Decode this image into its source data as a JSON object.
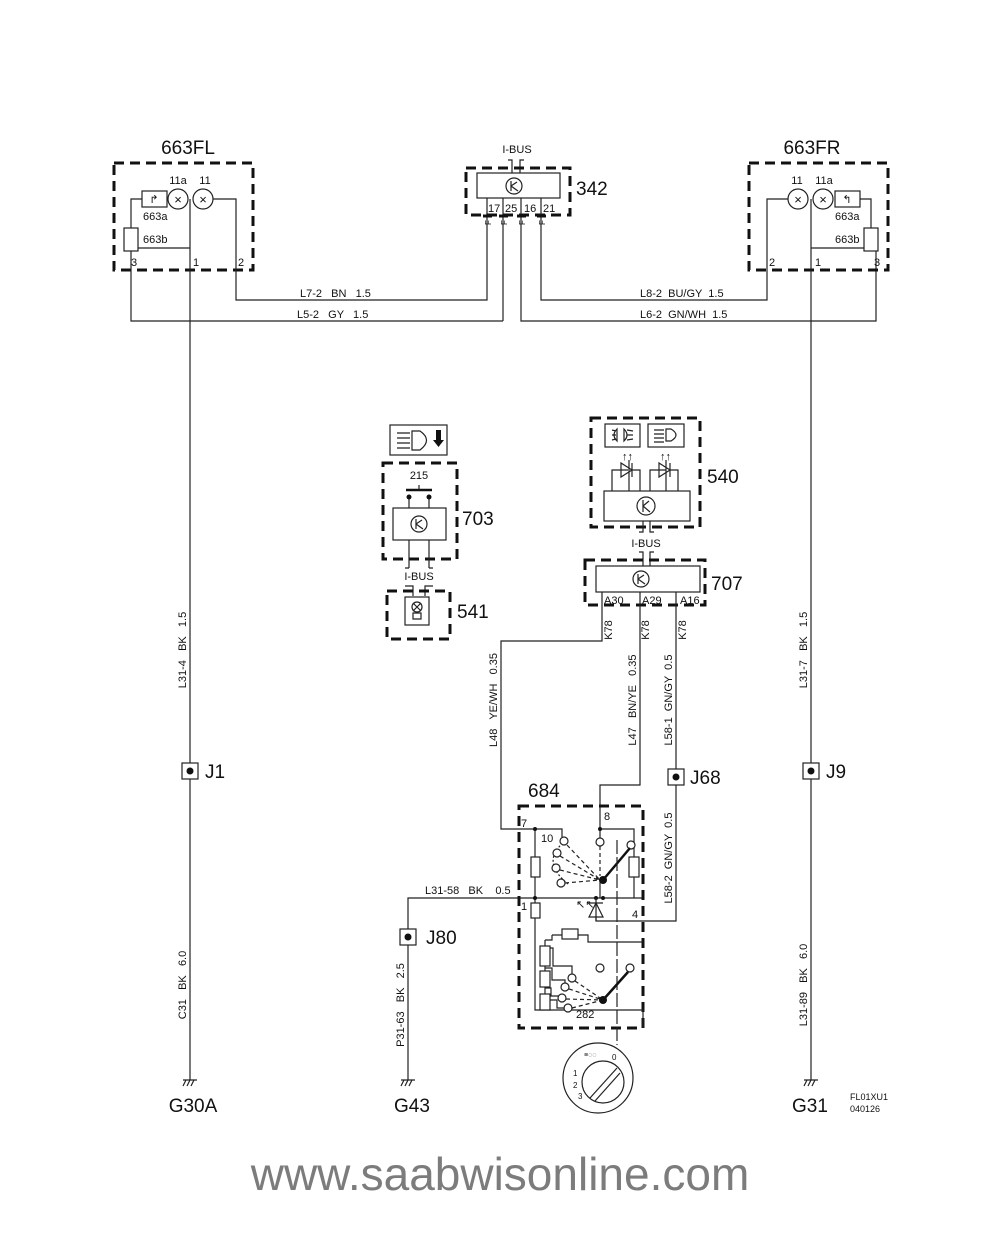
{
  "components": {
    "fl": {
      "id": "663FL",
      "lamp_a": "11a",
      "lamp_b": "11",
      "part_a": "663a",
      "part_b": "663b",
      "pin3": "3",
      "pin1": "1",
      "pin2": "2"
    },
    "fr": {
      "id": "663FR",
      "lamp_a": "11a",
      "lamp_b": "11",
      "part_a": "663a",
      "part_b": "663b",
      "pin3": "3",
      "pin1": "1",
      "pin2": "2"
    },
    "c342": {
      "id": "342",
      "bus": "I-BUS",
      "pins": [
        "17",
        "25",
        "16",
        "21"
      ],
      "fuse": "F"
    },
    "c703": {
      "id": "703",
      "switch": "215",
      "bus": "I-BUS"
    },
    "c541": {
      "id": "541"
    },
    "c540": {
      "id": "540",
      "bus": "I-BUS"
    },
    "c707": {
      "id": "707",
      "pins": [
        "A30",
        "A29",
        "A16"
      ],
      "conn": "K78"
    },
    "c684": {
      "id": "684",
      "pin7": "7",
      "pin8": "8",
      "pin1": "1",
      "pin4": "4",
      "pos10": "10",
      "part282": "282"
    }
  },
  "wires": {
    "l72": "L7-2   BN   1.5",
    "l52": "L5-2   GY   1.5",
    "l82": "L8-2  BU/GY  1.5",
    "l62": "L6-2  GN/WH  1.5",
    "l314": "L31-4   BK   1.5",
    "c31": "C31   BK   6.0",
    "l317": "L31-7   BK   1.5",
    "l3189": "L31-89   BK   6.0",
    "l48": "L48   YE/WH   0.35",
    "l47": "L47   BN/YE   0.35",
    "l581": "L58-1  GN/GY  0.5",
    "l582": "L58-2  GN/GY  0.5",
    "l3158": "L31-58   BK    0.5",
    "p3163": "P31-63   BK   2.5"
  },
  "junctions": {
    "j1": "J1",
    "j9": "J9",
    "j68": "J68",
    "j80": "J80"
  },
  "grounds": {
    "g30a": "G30A",
    "g43": "G43",
    "g31": "G31"
  },
  "knob": {
    "positions": [
      "0",
      "1",
      "2",
      "3"
    ]
  },
  "footer": {
    "code": "FL01XU1",
    "date": "040126"
  },
  "watermark": "www.saabwisonline.com"
}
